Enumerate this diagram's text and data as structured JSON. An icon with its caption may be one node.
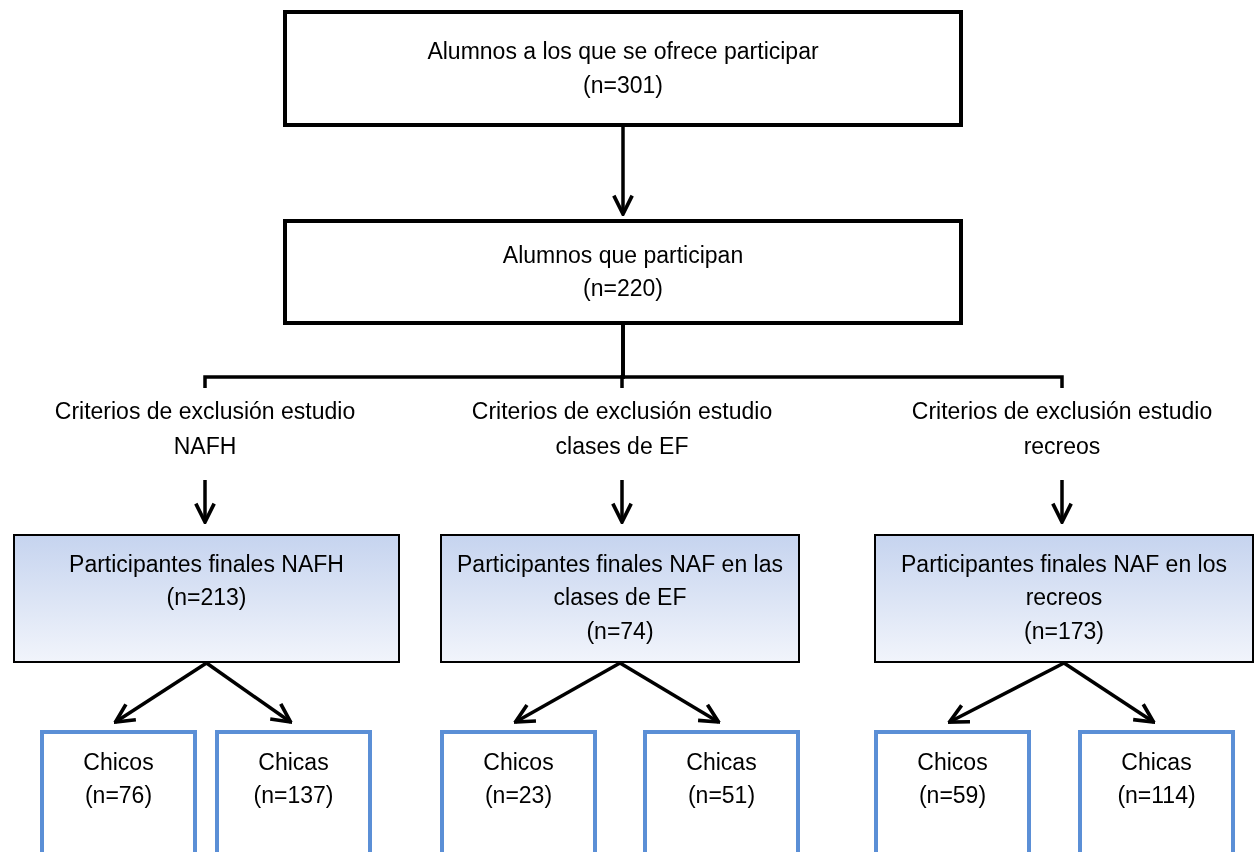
{
  "diagram": {
    "nodes": [
      {
        "text": [
          "Alumnos a los que se ofrece participar",
          "(n=301)"
        ]
      },
      {
        "text": [
          "Alumnos que participan",
          "(n=220)"
        ]
      },
      {
        "text": [
          "Criterios de exclusión estudio NAFH"
        ]
      },
      {
        "text": [
          "Criterios de exclusión estudio clases de EF"
        ]
      },
      {
        "text": [
          "Criterios de exclusión estudio recreos"
        ]
      },
      {
        "text": [
          "Participantes finales NAFH",
          "(n=213)"
        ]
      },
      {
        "text": [
          "Participantes finales NAF en las clases de EF",
          "(n=74)"
        ]
      },
      {
        "text": [
          "Participantes finales NAF en los recreos",
          "(n=173)"
        ]
      },
      {
        "text": [
          "Chicos",
          "(n=76)"
        ]
      },
      {
        "text": [
          "Chicas",
          "(n=137)"
        ]
      },
      {
        "text": [
          "Chicos",
          "(n=23)"
        ]
      },
      {
        "text": [
          "Chicas",
          "(n=51)"
        ]
      },
      {
        "text": [
          "Chicos",
          "(n=59)"
        ]
      },
      {
        "text": [
          "Chicas",
          "(n=114)"
        ]
      }
    ],
    "edges": [
      {
        "from": 0,
        "to": 1,
        "arrow": "to"
      },
      {
        "from": 1,
        "to": 2,
        "arrow": "none"
      },
      {
        "from": 1,
        "to": 3,
        "arrow": "none"
      },
      {
        "from": 1,
        "to": 4,
        "arrow": "none"
      },
      {
        "from": 2,
        "to": 5,
        "arrow": "to"
      },
      {
        "from": 3,
        "to": 6,
        "arrow": "to"
      },
      {
        "from": 4,
        "to": 7,
        "arrow": "to"
      },
      {
        "from": 5,
        "to": 8,
        "arrow": "to"
      },
      {
        "from": 5,
        "to": 9,
        "arrow": "to"
      },
      {
        "from": 6,
        "to": 10,
        "arrow": "to"
      },
      {
        "from": 6,
        "to": 11,
        "arrow": "to"
      },
      {
        "from": 7,
        "to": 12,
        "arrow": "to"
      },
      {
        "from": 7,
        "to": 13,
        "arrow": "to"
      }
    ]
  }
}
